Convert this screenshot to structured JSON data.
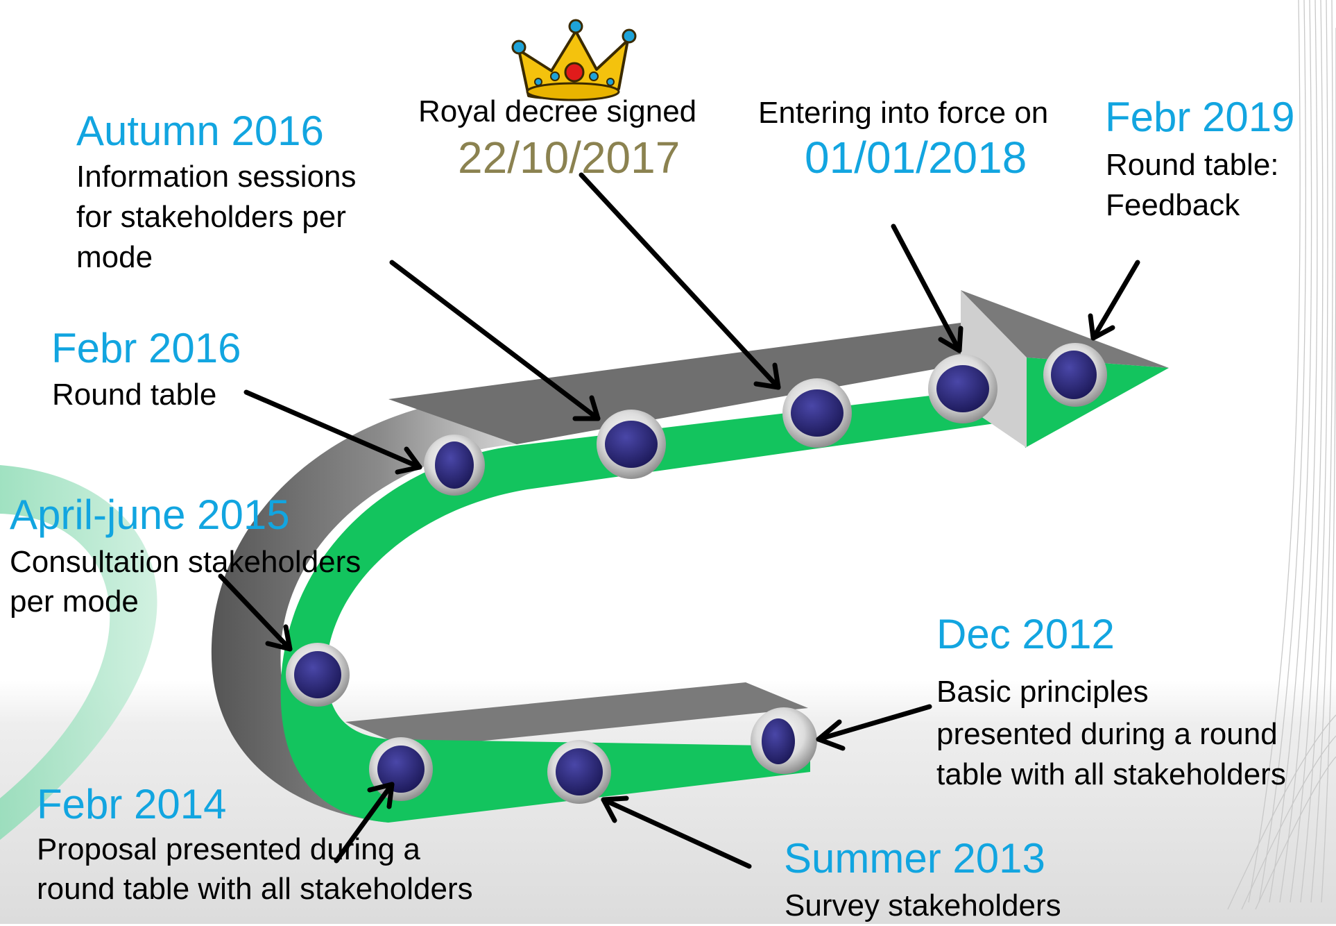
{
  "events": [
    {
      "date": "Dec 2012",
      "line1": "Basic principles",
      "line2": "presented during a round",
      "line3": "table with all stakeholders"
    },
    {
      "date": "Summer 2013",
      "line1": "Survey stakeholders"
    },
    {
      "date": "Febr 2014",
      "line1": "Proposal presented during a",
      "line2": "round table with all stakeholders"
    },
    {
      "date": "April-june 2015",
      "line1": "Consultation stakeholders",
      "line2": "per mode"
    },
    {
      "date": "Febr 2016",
      "line1": "Round table"
    },
    {
      "date": "Autumn 2016",
      "line1": "Information sessions",
      "line2": "for stakeholders per",
      "line3": "mode"
    },
    {
      "line1": "Royal decree signed",
      "date": "22/10/2017"
    },
    {
      "line1": "Entering into force on",
      "date": "01/01/2018"
    },
    {
      "date": "Febr 2019",
      "line1": "Round table:",
      "line2": "Feedback"
    }
  ],
  "icons": {
    "crown": "crown-icon"
  },
  "colors": {
    "date_blue": "#12a5e0",
    "royal_date": "#8b8250",
    "arrow_green": "#13c45e",
    "arrow_gray": "#777777",
    "dot_navy": "#25226e"
  }
}
